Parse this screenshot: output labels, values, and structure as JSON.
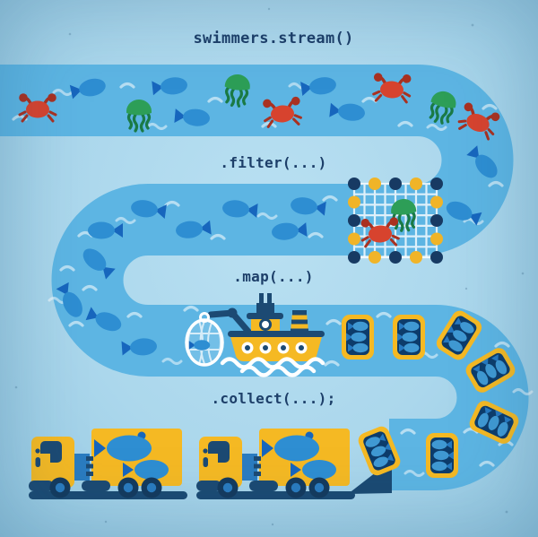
{
  "labels": {
    "stream": "swimmers.stream()",
    "filter": ".filter(...)",
    "map": ".map(...)",
    "collect": ".collect(...);"
  },
  "scene": {
    "stream_creatures": [
      "fish",
      "crab",
      "jellyfish"
    ],
    "filtered_out_in_net": [
      "jellyfish",
      "crab"
    ],
    "after_filter": [
      "fish"
    ],
    "map_stage": "fishing-boat cans the fish",
    "map_output": "canned-fish",
    "can_count": 7,
    "collect_destination": "cargo-trucks",
    "truck_count": 2
  },
  "colors": {
    "background": "#abd7ec",
    "river": "#5db5e3",
    "fish_body": "#2e8ed2",
    "fish_tail": "#1766bd",
    "crab_red": "#d7432e",
    "crab_dark_red": "#a93121",
    "jellyfish_green": "#2d9e57",
    "jellyfish_dark_green": "#1a7a45",
    "accent_yellow": "#f5b923",
    "navy": "#1c4a73",
    "can_interior": "#0d3c6b",
    "canned_fish_blue": "#45a1dc",
    "code_text": "#1d3f69",
    "wave_white": "#ffffff"
  }
}
